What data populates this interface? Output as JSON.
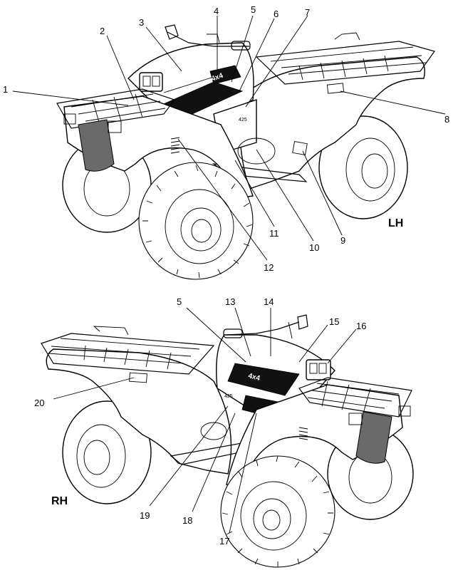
{
  "views": [
    {
      "id": "left",
      "side_label": "LH",
      "callouts": [
        "1",
        "2",
        "3",
        "4",
        "5",
        "6",
        "7",
        "8",
        "9",
        "10",
        "11",
        "12"
      ]
    },
    {
      "id": "right",
      "side_label": "RH",
      "callouts": [
        "5",
        "13",
        "14",
        "15",
        "16",
        "20",
        "19",
        "18",
        "17"
      ]
    }
  ],
  "icons": {
    "atv": "atv-line-drawing-icon"
  }
}
